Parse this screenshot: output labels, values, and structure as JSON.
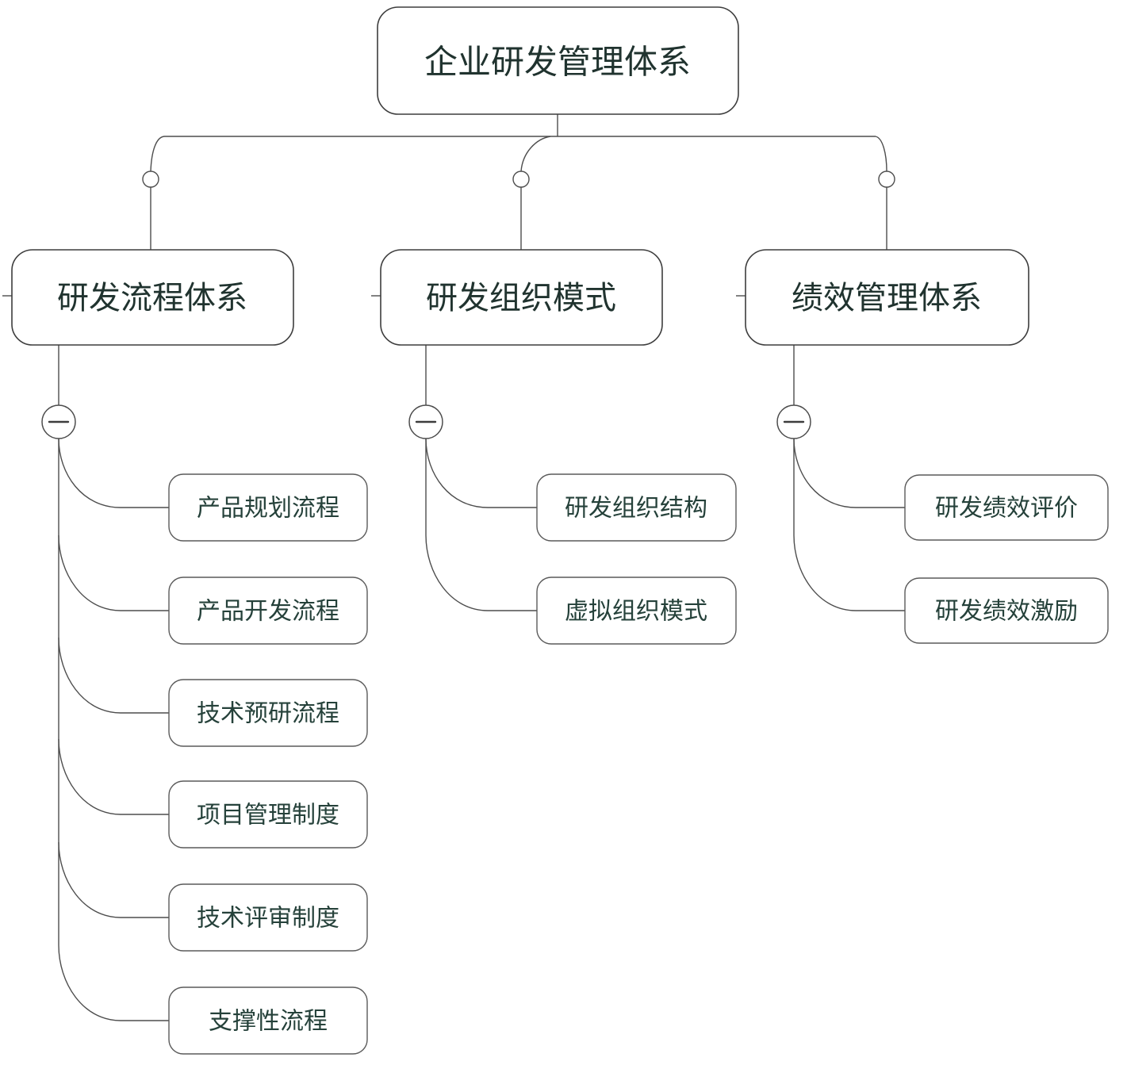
{
  "diagram": {
    "title": "企业研发管理体系",
    "root": {
      "label": "企业研发管理体系"
    },
    "branches": [
      {
        "label": "研发流程体系",
        "children": [
          {
            "label": "产品规划流程"
          },
          {
            "label": "产品开发流程"
          },
          {
            "label": "技术预研流程"
          },
          {
            "label": "项目管理制度"
          },
          {
            "label": "技术评审制度"
          },
          {
            "label": "支撑性流程"
          }
        ]
      },
      {
        "label": "研发组织模式",
        "children": [
          {
            "label": "研发组织结构"
          },
          {
            "label": "虚拟组织模式"
          }
        ]
      },
      {
        "label": "绩效管理体系",
        "children": [
          {
            "label": "研发绩效评价"
          },
          {
            "label": "研发绩效激励"
          }
        ]
      }
    ],
    "colors": {
      "background": "#ffffff",
      "line": "#4d4d4d",
      "node_border": "#3d3d3d",
      "child_border": "#5a5a5a",
      "text_primary": "#20332f",
      "text_child": "#25413a"
    }
  }
}
